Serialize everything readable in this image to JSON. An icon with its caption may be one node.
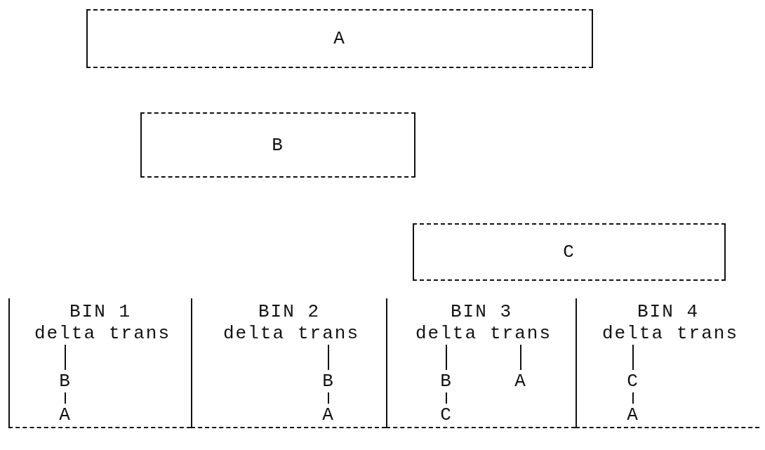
{
  "diagram": {
    "nodes": [
      {
        "text": [
          "A"
        ]
      },
      {
        "text": [
          "B"
        ]
      },
      {
        "text": [
          "C"
        ]
      },
      {
        "text": [
          "BIN 1"
        ]
      },
      {
        "text": [
          "delta"
        ],
        "in": 3
      },
      {
        "text": [
          "trans"
        ],
        "in": 3
      },
      {
        "text": [
          "B"
        ],
        "in": 3
      },
      {
        "text": [
          "A"
        ],
        "in": 3
      },
      {
        "text": [
          "BIN 2"
        ]
      },
      {
        "text": [
          "delta"
        ],
        "in": 8
      },
      {
        "text": [
          "trans"
        ],
        "in": 8
      },
      {
        "text": [
          "B"
        ],
        "in": 8
      },
      {
        "text": [
          "A"
        ],
        "in": 8
      },
      {
        "text": [
          "BIN 3"
        ]
      },
      {
        "text": [
          "delta"
        ],
        "in": 13
      },
      {
        "text": [
          "trans"
        ],
        "in": 13
      },
      {
        "text": [
          "B"
        ],
        "in": 13
      },
      {
        "text": [
          "C"
        ],
        "in": 13
      },
      {
        "text": [
          "A"
        ],
        "in": 13
      },
      {
        "text": [
          "BIN 4"
        ]
      },
      {
        "text": [
          "delta"
        ],
        "in": 19
      },
      {
        "text": [
          "trans"
        ],
        "in": 19
      },
      {
        "text": [
          "C"
        ],
        "in": 19
      },
      {
        "text": [
          "A"
        ],
        "in": 19
      }
    ],
    "edges": [
      {
        "from": 4,
        "to": 6,
        "arrow": "none"
      },
      {
        "from": 6,
        "to": 7,
        "arrow": "none"
      },
      {
        "from": 10,
        "to": 11,
        "arrow": "none"
      },
      {
        "from": 11,
        "to": 12,
        "arrow": "none"
      },
      {
        "from": 14,
        "to": 16,
        "arrow": "none"
      },
      {
        "from": 16,
        "to": 17,
        "arrow": "none"
      },
      {
        "from": 15,
        "to": 18,
        "arrow": "none"
      },
      {
        "from": 20,
        "to": 22,
        "arrow": "none"
      },
      {
        "from": 22,
        "to": 23,
        "arrow": "none"
      }
    ]
  }
}
